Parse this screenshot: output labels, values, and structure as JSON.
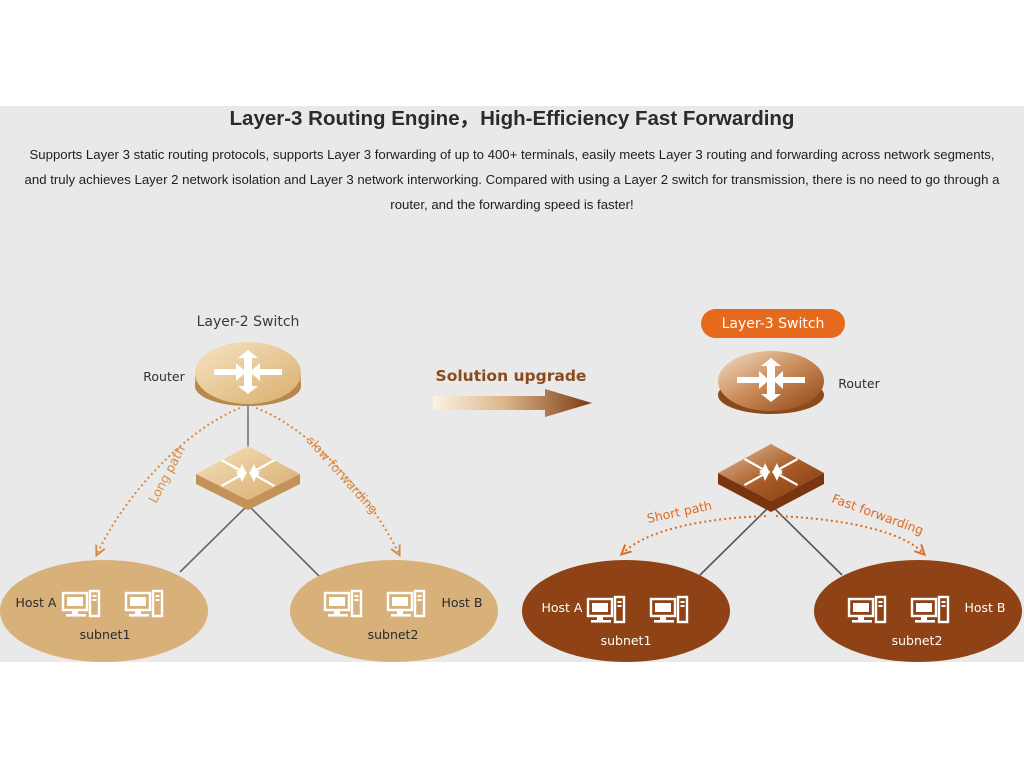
{
  "title": "Layer-3 Routing Engine，High-Efficiency Fast Forwarding",
  "description_lines": [
    "Supports Layer 3 static routing protocols, supports Layer 3 forwarding of up to 400+ terminals, easily meets Layer 3 routing and forwarding across network segments,",
    "and truly achieves Layer 2 network isolation and Layer 3 network interworking. Compared with using a Layer 2 switch for transmission, there is no need to go through a",
    "router, and the forwarding speed is faster!"
  ],
  "left": {
    "switch_label": "Layer-2 Switch",
    "router_label": "Router",
    "path_left": "Long path",
    "path_right": "slow forwarding",
    "host_a": "Host A",
    "host_b": "Host B",
    "subnet1": "subnet1",
    "subnet2": "subnet2"
  },
  "upgrade_label": "Solution upgrade",
  "right": {
    "switch_label": "Layer-3 Switch",
    "router_label": "Router",
    "path_left": "Short path",
    "path_right": "Fast forwarding",
    "host_a": "Host A",
    "host_b": "Host B",
    "subnet1": "subnet1",
    "subnet2": "subnet2"
  },
  "colors": {
    "light_gold": "#d9b37e",
    "dark_brown": "#8e4215",
    "orange_accent": "#e66a1e",
    "upgrade_text": "#8a4a1c"
  }
}
